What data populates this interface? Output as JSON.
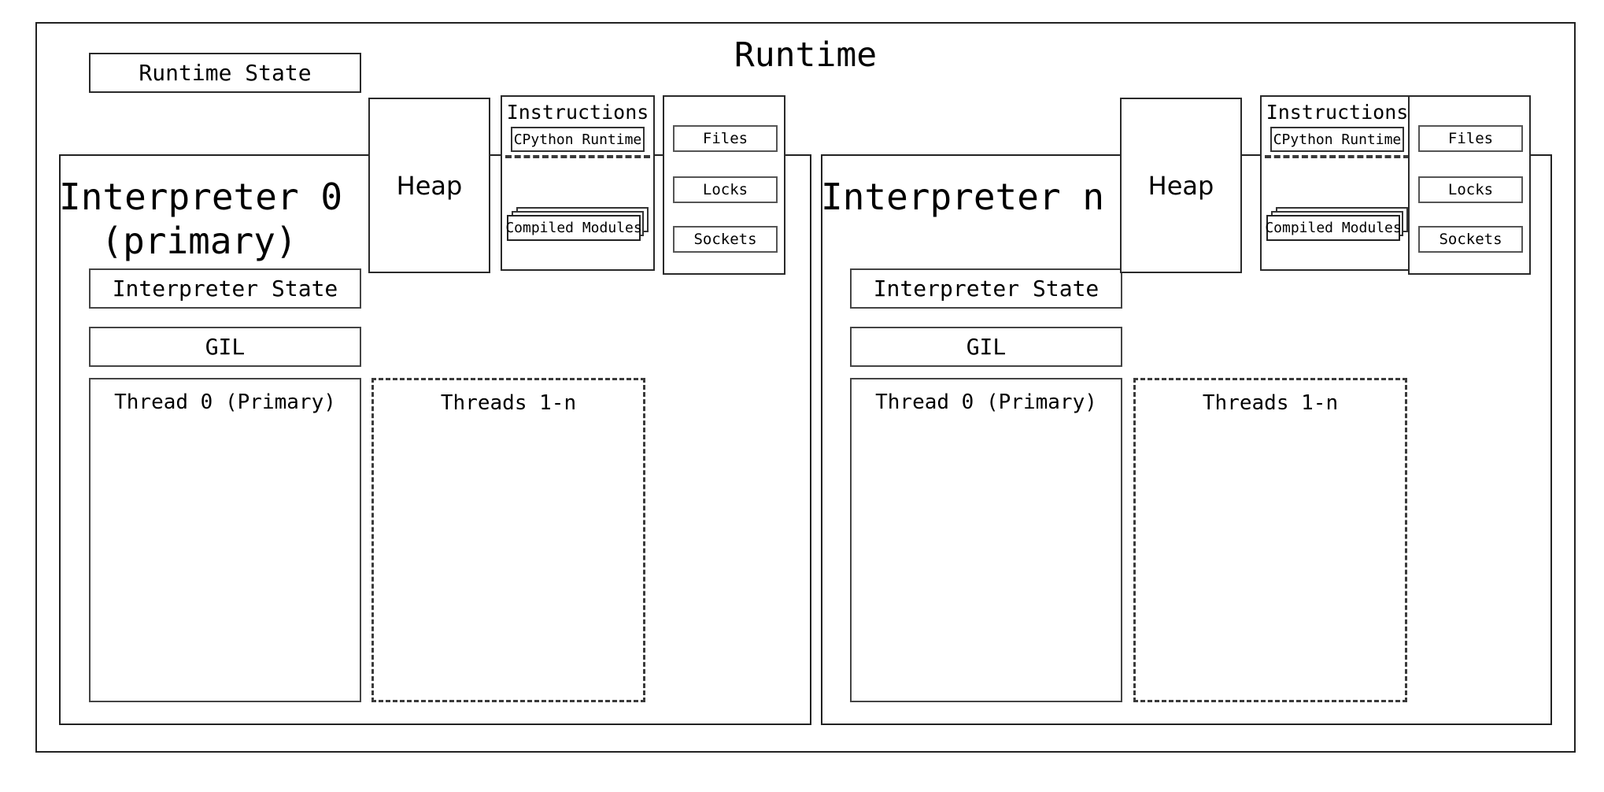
{
  "diagram": {
    "title": "Runtime",
    "runtime_state_label": "Runtime State",
    "interpreters": [
      {
        "id": "interpreter-0",
        "title": "Interpreter 0\n(primary)",
        "interpreter_state_label": "Interpreter State",
        "gil_label": "GIL",
        "thread_primary_label": "Thread 0 (Primary)",
        "threads_rest_label": "Threads 1-n",
        "heap_label": "Heap",
        "instructions": {
          "title": "Instructions",
          "cpython_runtime_label": "CPython Runtime",
          "compiled_modules_label": "Compiled Modules"
        },
        "resources": [
          "Files",
          "Locks",
          "Sockets"
        ]
      },
      {
        "id": "interpreter-n",
        "title": "Interpreter n",
        "interpreter_state_label": "Interpreter State",
        "gil_label": "GIL",
        "thread_primary_label": "Thread 0 (Primary)",
        "threads_rest_label": "Threads 1-n",
        "heap_label": "Heap",
        "instructions": {
          "title": "Instructions",
          "cpython_runtime_label": "CPython Runtime",
          "compiled_modules_label": "Compiled Modules"
        },
        "resources": [
          "Files",
          "Locks",
          "Sockets"
        ]
      }
    ],
    "colors": {
      "background": "#ffffff",
      "stroke": "#222222",
      "stroke_light": "#555555",
      "text": "#000000"
    }
  }
}
